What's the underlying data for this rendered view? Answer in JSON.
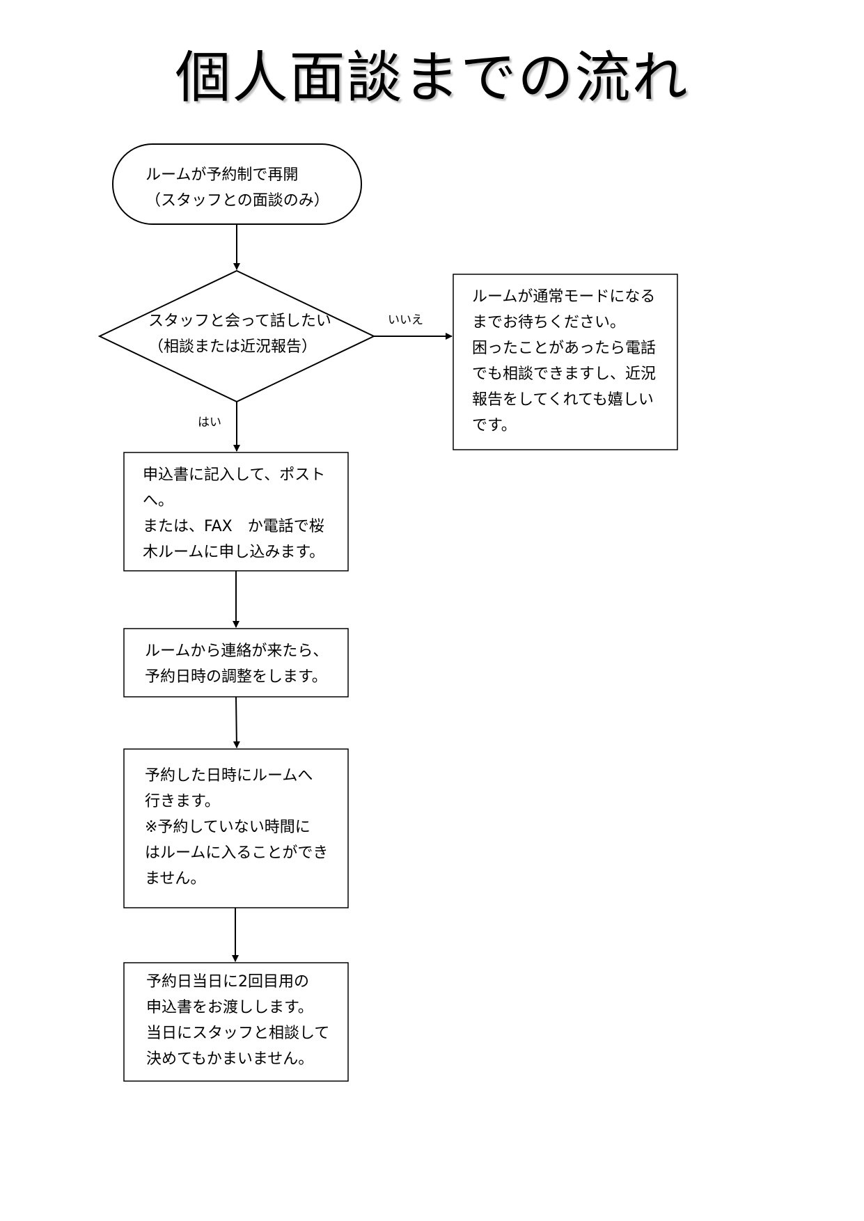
{
  "title": "個人面談までの流れ",
  "nodes": {
    "start": {
      "text": "ルームが予約制で再開\n（スタッフとの面談のみ）"
    },
    "decision": {
      "text": "スタッフと会って話したい\n（相談または近況報告）"
    },
    "no_result": {
      "text": "ルームが通常モードになる\nまでお待ちください。\n困ったことがあったら電話\nでも相談できますし、近況\n報告をしてくれても嬉しい\nです。"
    },
    "step1": {
      "text": "申込書に記入して、ポスト\nへ。\nまたは、FAX　か電話で桜\n木ルームに申し込みます。"
    },
    "step2": {
      "text": "ルームから連絡が来たら、\n予約日時の調整をします。"
    },
    "step3": {
      "text": "予約した日時にルームへ\n行きます。\n※予約していない時間に\nはルームに入ることができ\nません。"
    },
    "step4": {
      "text": "予約日当日に2回目用の\n申込書をお渡しします。\n当日にスタッフと相談して\n決めてもかまいません。"
    }
  },
  "edges": {
    "yes_label": "はい",
    "no_label": "いいえ"
  },
  "colors": {
    "stroke": "#000000",
    "background": "#ffffff"
  }
}
